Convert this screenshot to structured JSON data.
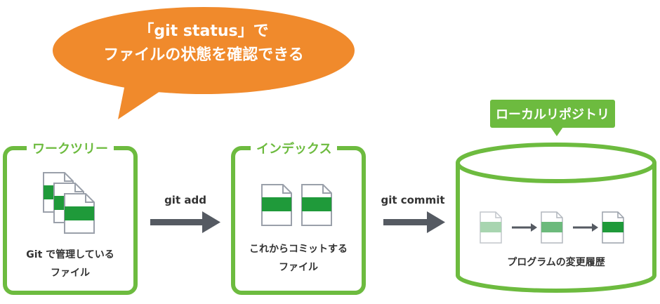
{
  "bubble": {
    "line1": "「git status」で",
    "line2": "ファイルの状態を確認できる"
  },
  "working_tree": {
    "title": "ワークツリー",
    "caption_line1": "Git で管理している",
    "caption_line2": "ファイル"
  },
  "index": {
    "title": "インデックス",
    "caption_line1": "これからコミットする",
    "caption_line2": "ファイル"
  },
  "repository": {
    "title": "ローカルリポジトリ",
    "caption": "プログラムの変更履歴"
  },
  "arrows": {
    "add_label": "git add",
    "commit_label": "git commit"
  },
  "colors": {
    "accent_green": "#6dbb3f",
    "bubble_orange": "#f08a2c",
    "file_fill_green": "#1f9a3a",
    "arrow_gray": "#555a62"
  }
}
